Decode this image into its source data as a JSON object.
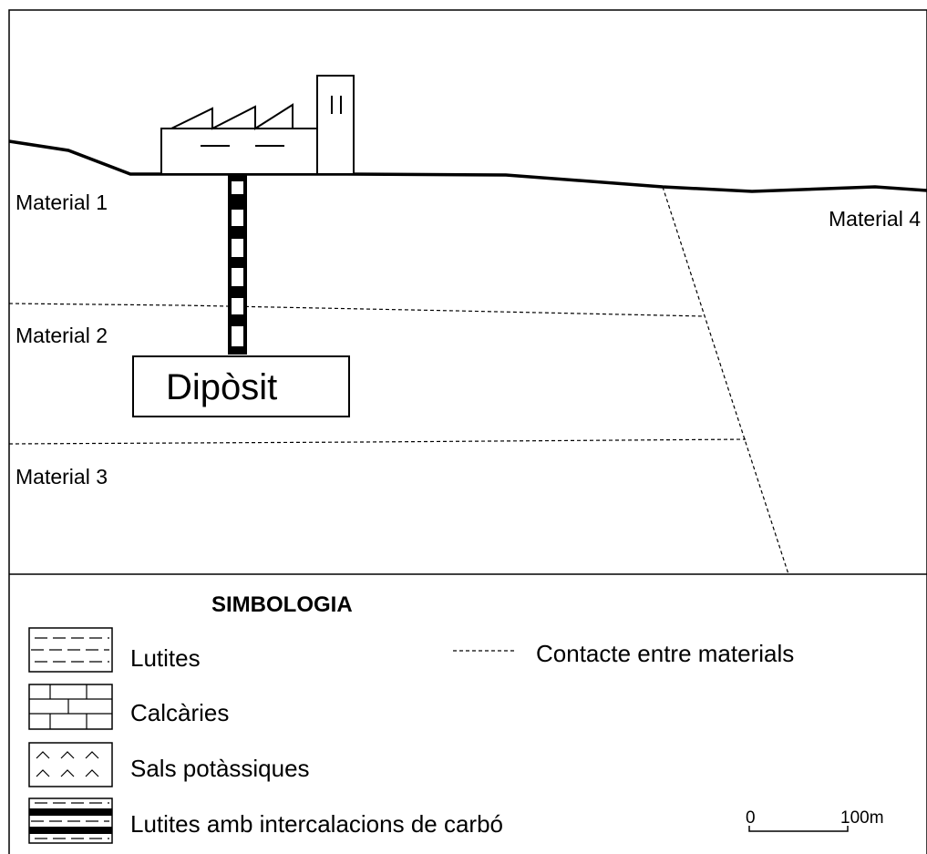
{
  "cross_section": {
    "materials": [
      "Material 1",
      "Material 2",
      "Material 3",
      "Material 4"
    ],
    "deposit_label": "Dipòsit"
  },
  "legend": {
    "title": "SIMBOLOGIA",
    "items": [
      {
        "label": "Lutites",
        "pattern": "dashed-lines-icon"
      },
      {
        "label": "Calcàries",
        "pattern": "brick-icon"
      },
      {
        "label": "Sals potàssiques",
        "pattern": "chevron-pattern-icon"
      },
      {
        "label": "Lutites amb intercalacions de carbó",
        "pattern": "coal-bands-icon"
      }
    ],
    "contact_label": "Contacte entre materials"
  },
  "scale": {
    "start": "0",
    "end": "100m"
  }
}
